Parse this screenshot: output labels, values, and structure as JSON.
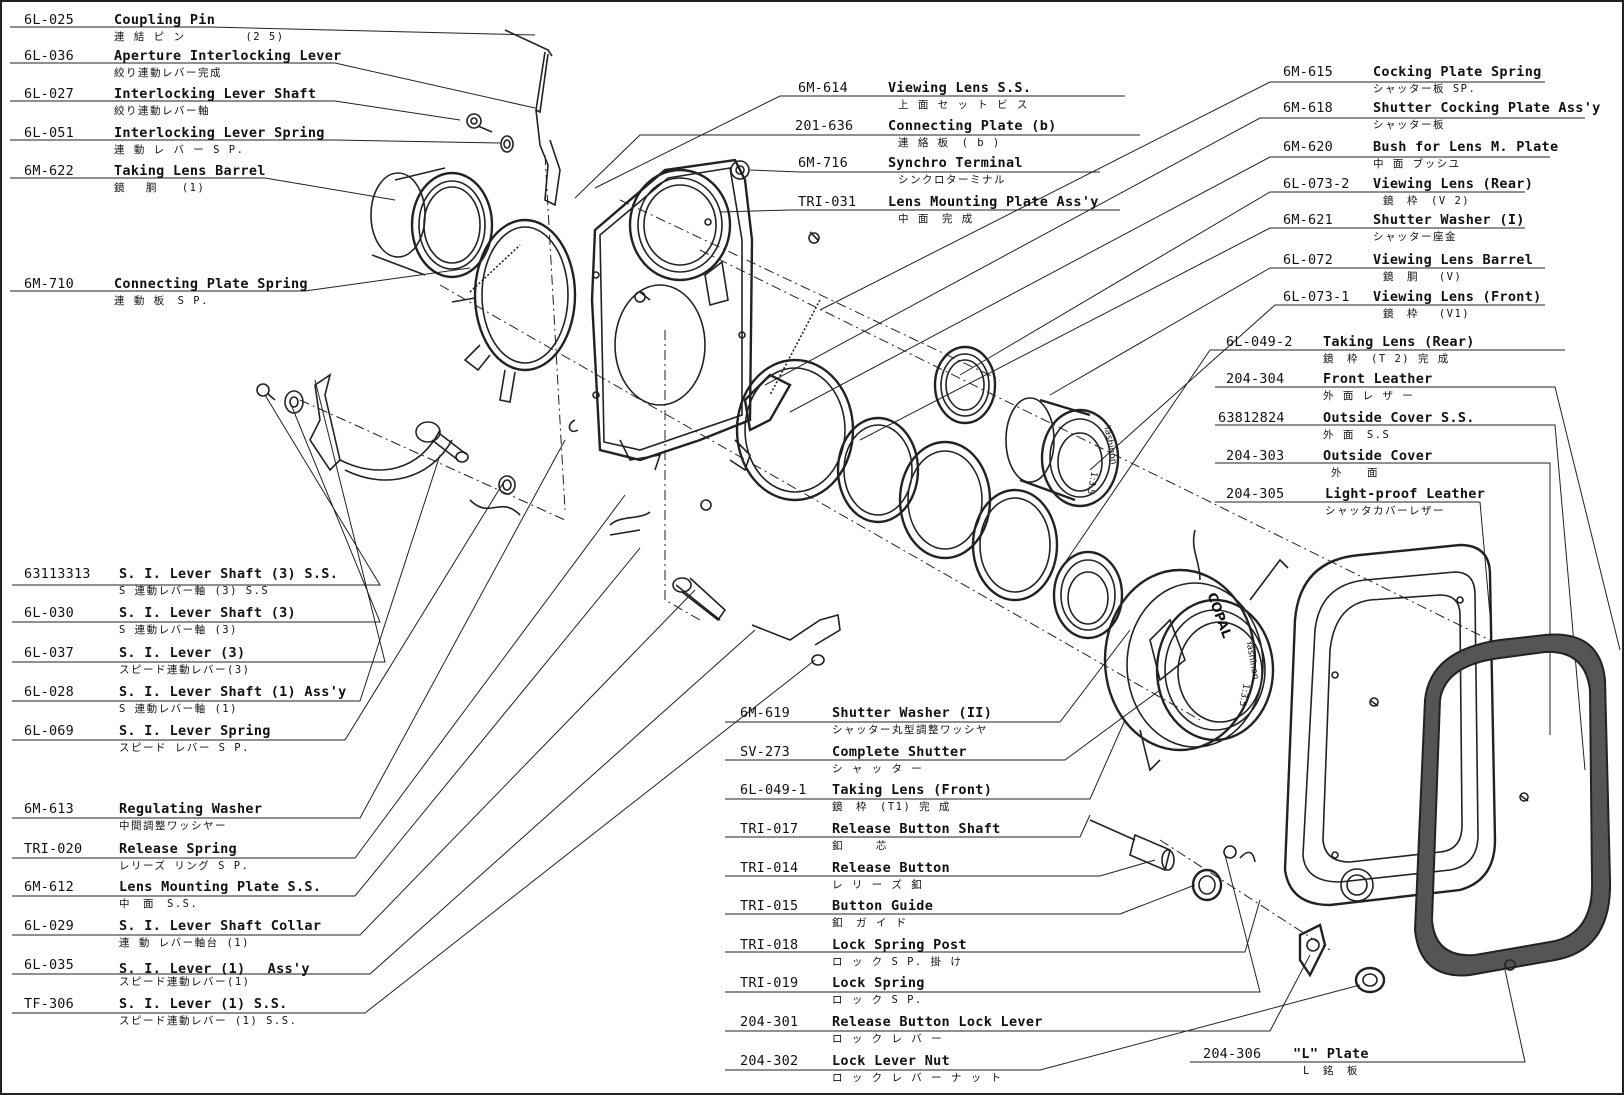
{
  "parts_left": [
    {
      "code": "6L-025",
      "name": "Coupling Pin",
      "jp": "連 結 ピ ン　　　　　(2 5)"
    },
    {
      "code": "6L-036",
      "name": "Aperture Interlocking Lever",
      "jp": "絞り連動レバー完成"
    },
    {
      "code": "6L-027",
      "name": "Interlocking Lever Shaft",
      "jp": "絞り連動レバー軸"
    },
    {
      "code": "6L-051",
      "name": "Interlocking Lever Spring",
      "jp": "連 動 レ バ ー S P."
    },
    {
      "code": "6M-622",
      "name": "Taking Lens Barrel",
      "jp": "鏡　 胴　　(1)"
    },
    {
      "code": "6M-710",
      "name": "Connecting Plate Spring",
      "jp": "連 動 板　S P."
    },
    {
      "code": "63113313",
      "name": "S. I. Lever Shaft (3) S.S.",
      "jp": "S 連動レバー軸 (3) S.S"
    },
    {
      "code": "6L-030",
      "name": "S. I. Lever Shaft (3)",
      "jp": "S 連動レバー軸 (3)"
    },
    {
      "code": "6L-037",
      "name": "S. I. Lever (3)",
      "jp": "スピード連動レバー(3)"
    },
    {
      "code": "6L-028",
      "name": "S. I. Lever Shaft (1) Ass'y",
      "jp": "S 連動レバー軸 (1)"
    },
    {
      "code": "6L-069",
      "name": "S. I. Lever Spring",
      "jp": "スピード レバー S P."
    },
    {
      "code": "6M-613",
      "name": "Regulating Washer",
      "jp": "中間調整ワッシヤー"
    },
    {
      "code": "TRI-020",
      "name": "Release Spring",
      "jp": "レリーズ リング S P."
    },
    {
      "code": "6M-612",
      "name": "Lens Mounting Plate S.S.",
      "jp": "中　面　S.S."
    },
    {
      "code": "6L-029",
      "name": "S. I. Lever Shaft Collar",
      "jp": "連 動 レバー軸台 (1)"
    },
    {
      "code": "6L-035",
      "name": "S. I. Lever (1)　 Ass'y",
      "jp": "スピード連動レバー(1)"
    },
    {
      "code": "TF-306",
      "name": "S. I. Lever (1) S.S.",
      "jp": "スピード連動レバー (1) S.S."
    }
  ],
  "parts_center_top": [
    {
      "code": "6M-614",
      "name": "Viewing Lens S.S.",
      "jp": "上 面 セ ッ ト ビ ス"
    },
    {
      "code": "201-636",
      "name": "Connecting Plate (b)",
      "jp": "連 絡 板　( b )"
    },
    {
      "code": "6M-716",
      "name": "Synchro Terminal",
      "jp": "シンクロターミナル"
    },
    {
      "code": "TRI-031",
      "name": "Lens Mounting Plate Ass'y",
      "jp": "中 面　完 成"
    }
  ],
  "parts_right_top": [
    {
      "code": "6M-615",
      "name": "Cocking Plate Spring",
      "jp": "シャッター板 SP."
    },
    {
      "code": "6M-618",
      "name": "Shutter Cocking Plate Ass'y",
      "jp": "シャッター板"
    },
    {
      "code": "6M-620",
      "name": "Bush for Lens M. Plate",
      "jp": "中 面 ブッシユ"
    },
    {
      "code": "6L-073-2",
      "name": "Viewing Lens (Rear)",
      "jp": "鏡　枠　(V 2)"
    },
    {
      "code": "6M-621",
      "name": "Shutter Washer (I)",
      "jp": "シャッター座金"
    },
    {
      "code": "6L-072",
      "name": "Viewing Lens Barrel",
      "jp": "鏡　胴　 (V)"
    },
    {
      "code": "6L-073-1",
      "name": "Viewing Lens (Front)",
      "jp": "鏡　枠　 (V1)"
    }
  ],
  "parts_right_mid": [
    {
      "code": "6L-049-2",
      "name": "Taking Lens (Rear)",
      "jp": "鏡　枠　(T 2) 完 成"
    },
    {
      "code": "204-304",
      "name": "Front Leather",
      "jp": "外 面 レ ザ ー"
    },
    {
      "code": "63812824",
      "name": "Outside Cover S.S.",
      "jp": "外 面　S.S"
    },
    {
      "code": "204-303",
      "name": "Outside Cover",
      "jp": "外　　面"
    },
    {
      "code": "204-305",
      "name": "Light-proof Leather",
      "jp": "シャッタカバーレザー"
    }
  ],
  "parts_center_bottom": [
    {
      "code": "6M-619",
      "name": "Shutter Washer (II)",
      "jp": "シャッター丸型調整ワッシヤ"
    },
    {
      "code": "SV-273",
      "name": "Complete Shutter",
      "jp": "シ ャ ッ タ ー"
    },
    {
      "code": "6L-049-1",
      "name": "Taking Lens (Front)",
      "jp": "鏡　枠　(T1) 完 成"
    },
    {
      "code": "TRI-017",
      "name": "Release Button Shaft",
      "jp": "釦　　 芯"
    },
    {
      "code": "TRI-014",
      "name": "Release Button",
      "jp": "レ リ ー ズ 釦"
    },
    {
      "code": "TRI-015",
      "name": "Button Guide",
      "jp": "釦　ガ イ ド"
    },
    {
      "code": "TRI-018",
      "name": "Lock Spring Post",
      "jp": "ロ ッ ク S P. 掛 け"
    },
    {
      "code": "TRI-019",
      "name": "Lock Spring",
      "jp": "ロ ッ ク S P."
    },
    {
      "code": "204-301",
      "name": "Release Button Lock Lever",
      "jp": "ロ ッ ク レ バ ー"
    },
    {
      "code": "204-302",
      "name": "Lock Lever Nut",
      "jp": "ロ ッ ク レ バ ー ナ ッ ト"
    }
  ],
  "parts_bottom_right": [
    {
      "code": "204-306",
      "name": "\"L\" Plate",
      "jp": "L　銘　板"
    }
  ],
  "lens_markings": {
    "brand": "COPAL",
    "maker": "Yashinon",
    "aperture": "1:3.5"
  }
}
